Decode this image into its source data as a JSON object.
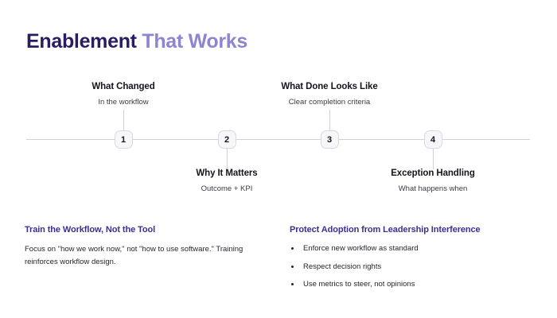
{
  "title": {
    "primary": "Enablement",
    "accent": " That Works",
    "primary_color": "#2b1b63",
    "accent_color": "#8b86cf"
  },
  "timeline": {
    "axis_color": "#cfcfdd",
    "steps": [
      {
        "number": "1",
        "title": "What Changed",
        "subtitle": "In the workflow",
        "position": "above"
      },
      {
        "number": "2",
        "title": "Why It Matters",
        "subtitle": "Outcome + KPI",
        "position": "below"
      },
      {
        "number": "3",
        "title": "What Done Looks Like",
        "subtitle": "Clear completion criteria",
        "position": "above"
      },
      {
        "number": "4",
        "title": "Exception Handling",
        "subtitle": "What happens when",
        "position": "below"
      }
    ]
  },
  "notes": {
    "heading_color": "#3d2e8f",
    "left": {
      "heading": "Train the Workflow, Not the Tool",
      "body": "Focus on \"how we work now,\" not \"how to use software.\" Training reinforces workflow design."
    },
    "right": {
      "heading": "Protect Adoption from Leadership Interference",
      "bullets": [
        "Enforce new workflow as standard",
        "Respect decision rights",
        "Use metrics to steer, not opinions"
      ]
    }
  }
}
